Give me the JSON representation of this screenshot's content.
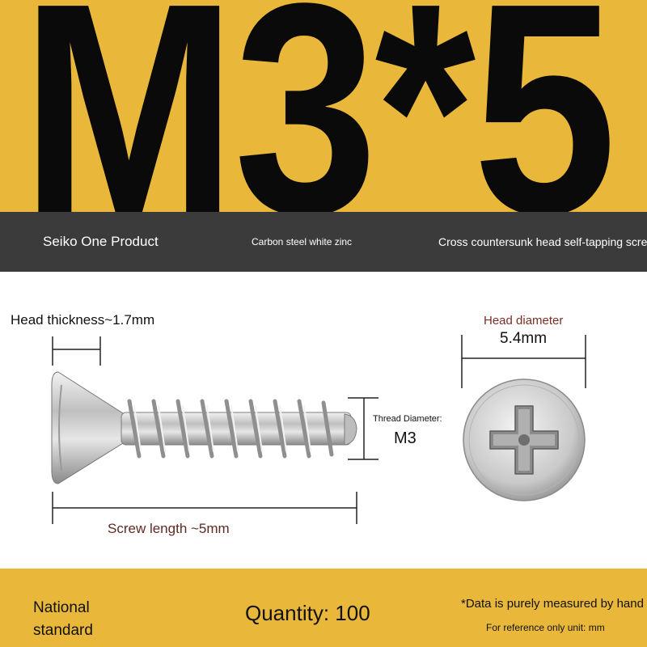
{
  "hero": {
    "title": "M3*5"
  },
  "strip": {
    "brand": "Seiko One Product",
    "material": "Carbon steel white zinc",
    "screw_type": "Cross countersunk head self-tapping screw"
  },
  "diagram": {
    "head_thickness": "Head thickness~1.7mm",
    "head_diameter_title": "Head diameter",
    "head_diameter_value": "5.4mm",
    "thread_diameter_title": "Thread Diameter:",
    "thread_diameter_value": "M3",
    "screw_length": "Screw length ~5mm"
  },
  "footer": {
    "national_standard": "National standard",
    "quantity": "Quantity: 100",
    "measurement_note": "*Data is purely measured by hand",
    "reference_unit": "For reference only unit: mm"
  },
  "icons": {
    "screw_side": "countersunk-screw-side-view",
    "screw_head": "phillips-head-top-view"
  },
  "colors": {
    "brand_yellow": "#e9b83a",
    "strip_dark": "#3b3b3b",
    "accent_red": "#7b2e24"
  }
}
